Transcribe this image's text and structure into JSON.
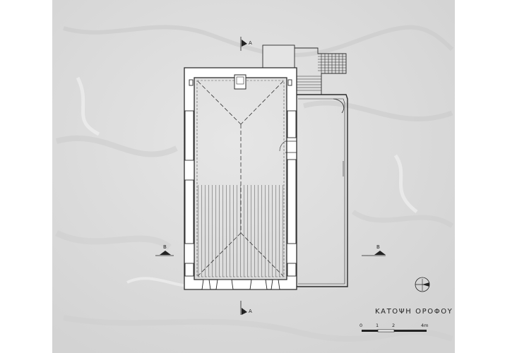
{
  "plan": {
    "title": "ΚΑΤΟΨΗ ΟΡΟΦΟΥ"
  },
  "section_marks": {
    "a_top": "A",
    "a_bottom": "A",
    "b_left": "B",
    "b_right": "B"
  },
  "scale_bar": {
    "labels": [
      "0",
      "1",
      "2",
      "4m"
    ]
  },
  "colors": {
    "paper": "#dedede",
    "line": "#2a2a2a",
    "wall": "#ffffff"
  }
}
